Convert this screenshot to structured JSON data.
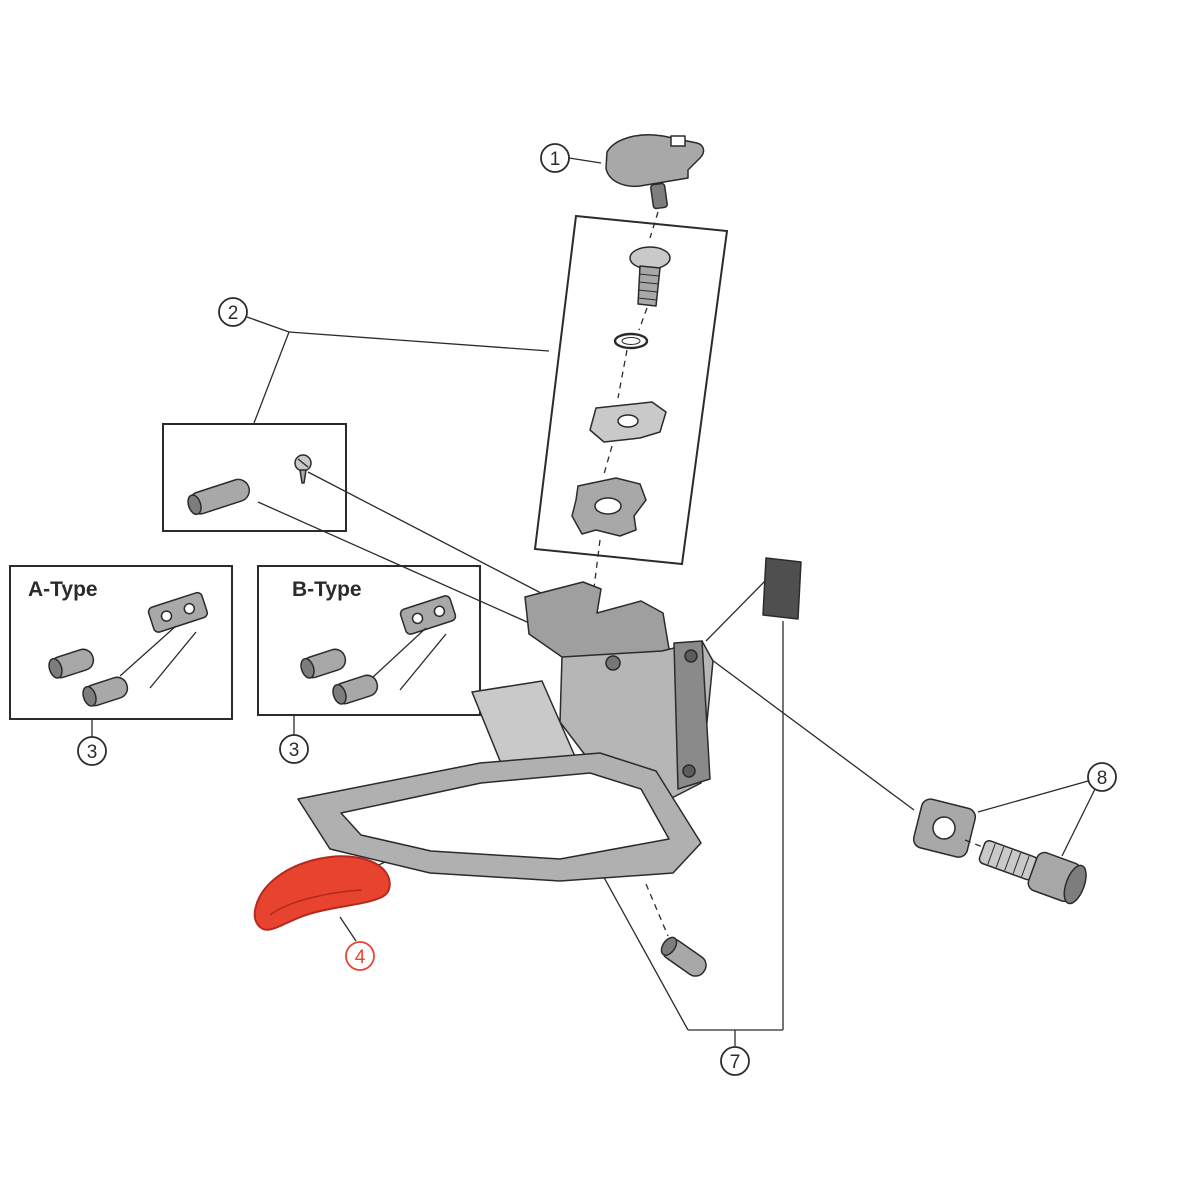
{
  "colors": {
    "bg": "#ffffff",
    "line": "#2b2b2b",
    "accent-red": "#e8432e",
    "accent-red-dark": "#b52a1c",
    "part-light": "#c9c9c9",
    "part-mid": "#a8a8a8",
    "part-dark": "#7d7d7d",
    "part-darkest": "#4f4f4f"
  },
  "diagram": {
    "boxes": {
      "a_type": {
        "label": "A-Type"
      },
      "b_type": {
        "label": "B-Type"
      }
    },
    "callouts": {
      "c1": "1",
      "c2": "2",
      "c3a": "3",
      "c3b": "3",
      "c4": "4",
      "c7": "7",
      "c8": "8"
    },
    "highlighted_callout": "4"
  }
}
